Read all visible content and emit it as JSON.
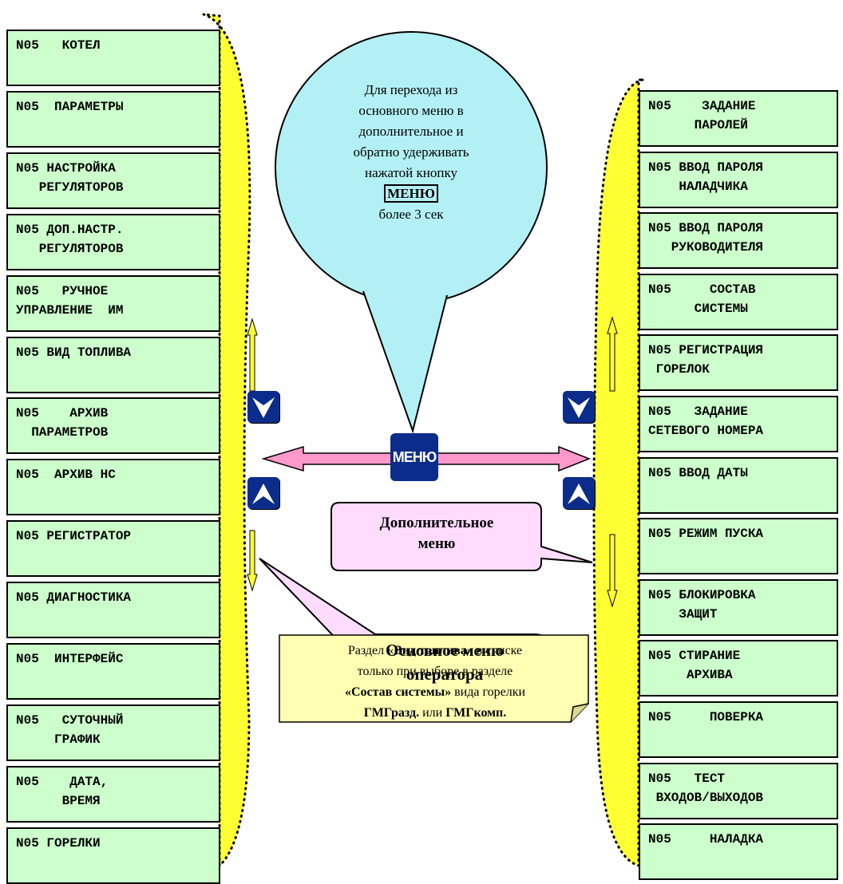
{
  "left_menu": [
    {
      "line1": "N05   КОТЕЛ",
      "line2": ""
    },
    {
      "line1": "N05  ПАРАМЕТРЫ",
      "line2": ""
    },
    {
      "line1": "N05 НАСТРОЙКА",
      "line2": "   РЕГУЛЯТОРОВ"
    },
    {
      "line1": "N05 ДОП.НАСТР.",
      "line2": "   РЕГУЛЯТОРОВ"
    },
    {
      "line1": "N05   РУЧНОЕ",
      "line2": "УПРАВЛЕНИЕ  ИМ"
    },
    {
      "line1": "N05 ВИД ТОПЛИВА",
      "line2": ""
    },
    {
      "line1": "N05    АРХИВ",
      "line2": "  ПАРАМЕТРОВ"
    },
    {
      "line1": "N05  АРХИВ НС",
      "line2": ""
    },
    {
      "line1": "N05 РЕГИСТРАТОР",
      "line2": ""
    },
    {
      "line1": "N05 ДИАГНОСТИКА",
      "line2": ""
    },
    {
      "line1": "N05  ИНТЕРФЕЙС",
      "line2": ""
    },
    {
      "line1": "N05   СУТОЧНЫЙ",
      "line2": "     ГРАФИК"
    },
    {
      "line1": "N05    ДАТА,",
      "line2": "      ВРЕМЯ"
    },
    {
      "line1": "N05 ГОРЕЛКИ",
      "line2": ""
    }
  ],
  "right_menu": [
    {
      "line1": "N05    ЗАДАНИЕ",
      "line2": "      ПАРОЛЕЙ"
    },
    {
      "line1": "N05 ВВОД ПАРОЛЯ",
      "line2": "    НАЛАДЧИКА"
    },
    {
      "line1": "N05 ВВОД ПАРОЛЯ",
      "line2": "   РУКОВОДИТЕЛЯ"
    },
    {
      "line1": "N05     СОСТАВ",
      "line2": "      СИСТЕМЫ"
    },
    {
      "line1": "N05 РЕГИСТРАЦИЯ",
      "line2": " ГОРЕЛОК"
    },
    {
      "line1": "N05   ЗАДАНИЕ",
      "line2": "СЕТЕВОГО НОМЕРА"
    },
    {
      "line1": "N05 ВВОД ДАТЫ",
      "line2": ""
    },
    {
      "line1": "N05 РЕЖИМ ПУСКА",
      "line2": ""
    },
    {
      "line1": "N05 БЛОКИРОВКА",
      "line2": "    ЗАЩИТ"
    },
    {
      "line1": "N05 СТИРАНИЕ",
      "line2": "     АРХИВА"
    },
    {
      "line1": "N05     ПОВЕРКА",
      "line2": ""
    },
    {
      "line1": "N05   ТЕСТ",
      "line2": " ВХОДОВ/ВЫХОДОВ"
    },
    {
      "line1": "N05     НАЛАДКА",
      "line2": ""
    }
  ],
  "balloon": {
    "line1": "Для перехода из",
    "line2": "основного меню в",
    "line3": "дополнительное и",
    "line4": "обратно удерживать",
    "line5": "нажатой кнопку",
    "key": "МЕНЮ",
    "line6": "более 3 сек"
  },
  "menu_button_label": "МЕНЮ",
  "callout_additional": {
    "line1": "Дополнительное",
    "line2": "меню"
  },
  "callout_main": {
    "line1": "Основное меню",
    "line2": "оператора"
  },
  "note": {
    "p1": "Раздел «",
    "b1": "Вид топлива»",
    "p2": " в списке",
    "line2": "только при выборе в разделе",
    "b2": "«Состав системы»",
    "p3": " вида горелки",
    "b3": "ГМГразд.",
    "p4": " или ",
    "b4": "ГМГкомп."
  },
  "colors": {
    "lcd_bg": "#ccffcc",
    "strip": "#ffff33",
    "balloon": "#b3f0f5",
    "callout": "#ffdcff",
    "note": "#ffffb3",
    "button": "#0b2c8a",
    "arrow": "#ff99cc"
  }
}
